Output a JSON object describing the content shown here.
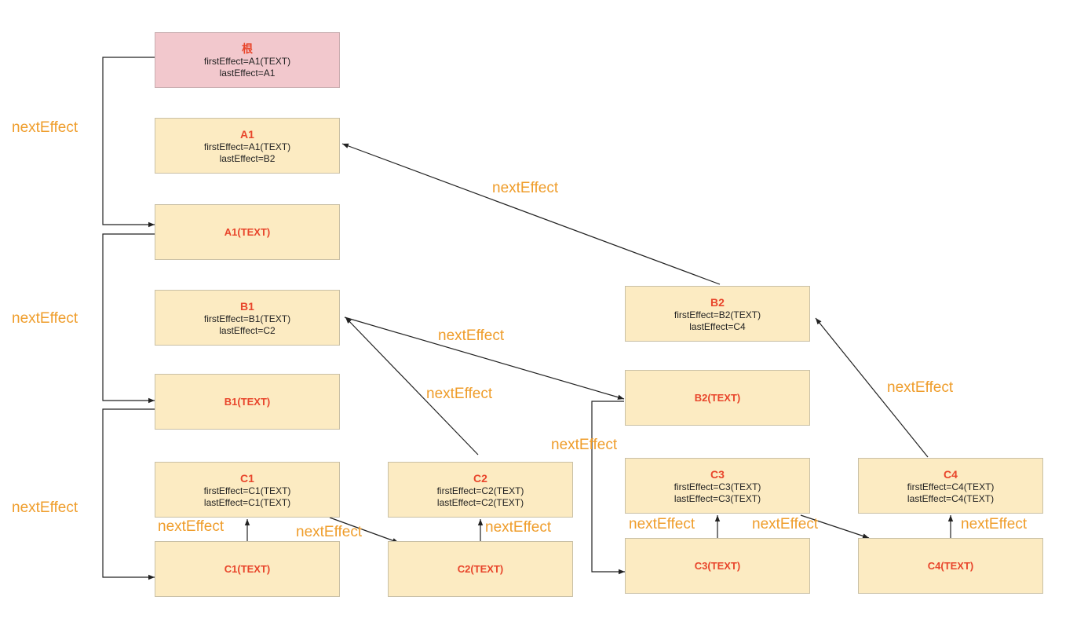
{
  "colors": {
    "node_fill": "#fcebc2",
    "root_fill": "#f2c8cd",
    "title": "#e8452b",
    "label": "#ef9d2b",
    "edge": "#222222"
  },
  "nodes": {
    "root": {
      "title": "根",
      "line1": "firstEffect=A1(TEXT)",
      "line2": "lastEffect=A1"
    },
    "a1": {
      "title": "A1",
      "line1": "firstEffect=A1(TEXT)",
      "line2": "lastEffect=B2"
    },
    "a1text": {
      "title": "A1(TEXT)"
    },
    "b1": {
      "title": "B1",
      "line1": "firstEffect=B1(TEXT)",
      "line2": "lastEffect=C2"
    },
    "b1text": {
      "title": "B1(TEXT)"
    },
    "c1": {
      "title": "C1",
      "line1": "firstEffect=C1(TEXT)",
      "line2": "lastEffect=C1(TEXT)"
    },
    "c1text": {
      "title": "C1(TEXT)"
    },
    "c2": {
      "title": "C2",
      "line1": "firstEffect=C2(TEXT)",
      "line2": "lastEffect=C2(TEXT)"
    },
    "c2text": {
      "title": "C2(TEXT)"
    },
    "b2": {
      "title": "B2",
      "line1": "firstEffect=B2(TEXT)",
      "line2": "lastEffect=C4"
    },
    "b2text": {
      "title": "B2(TEXT)"
    },
    "c3": {
      "title": "C3",
      "line1": "firstEffect=C3(TEXT)",
      "line2": "lastEffect=C3(TEXT)"
    },
    "c3text": {
      "title": "C3(TEXT)"
    },
    "c4": {
      "title": "C4",
      "line1": "firstEffect=C4(TEXT)",
      "line2": "lastEffect=C4(TEXT)"
    },
    "c4text": {
      "title": "C4(TEXT)"
    }
  },
  "edge_labels": {
    "root_a1text": "nextEffect",
    "a1text_b1text": "nextEffect",
    "b1text_c1text": "nextEffect",
    "b2_a1": "nextEffect",
    "b1_b2text": "nextEffect",
    "c2_b1": "nextEffect",
    "b2text_c3text": "nextEffect",
    "c4_b2": "nextEffect",
    "c1text_c1": "nextEffect",
    "c1_c2text": "nextEffect",
    "c2text_c2": "nextEffect",
    "c3text_c3": "nextEffect",
    "c3_c4text": "nextEffect",
    "c4text_c4": "nextEffect"
  }
}
